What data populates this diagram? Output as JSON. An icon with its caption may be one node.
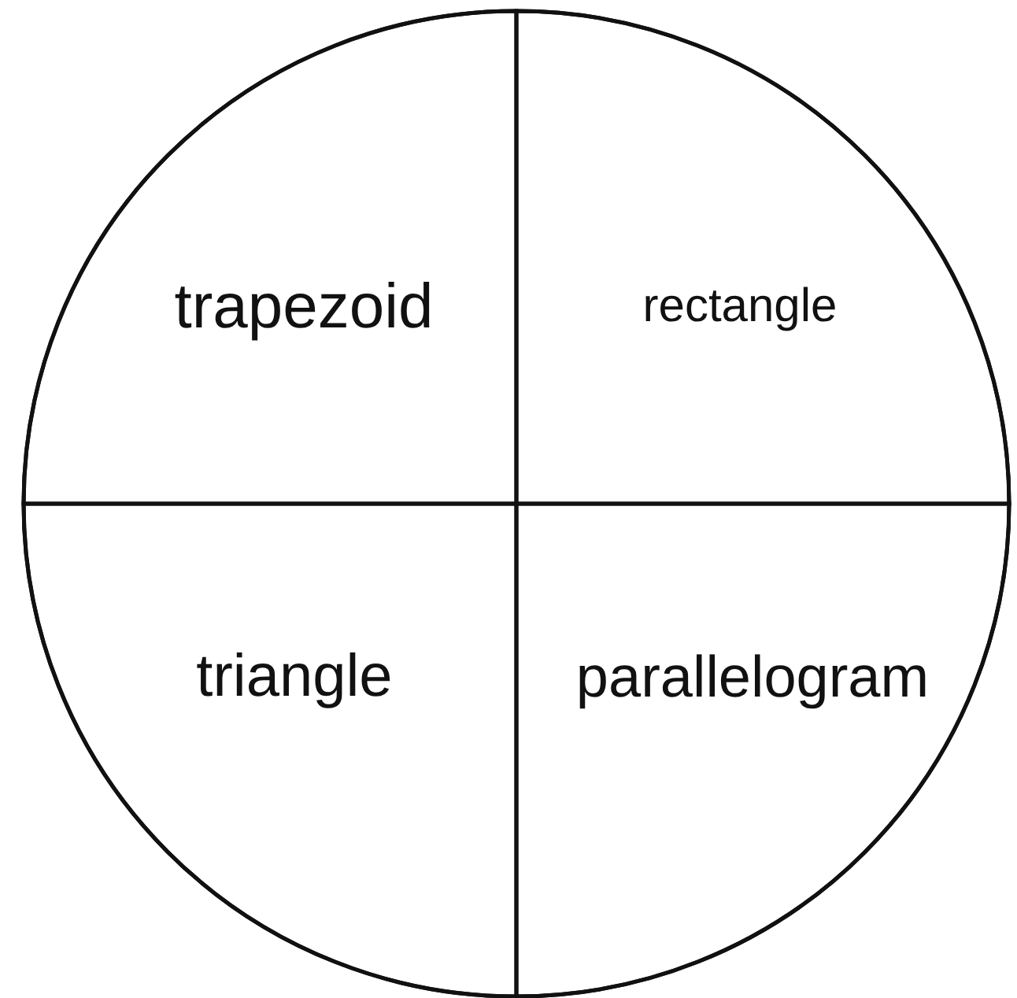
{
  "diagram": {
    "nodes": [
      {
        "text": [],
        "shape": "circle"
      },
      {
        "text": [
          "trapezoid"
        ],
        "in": 0
      },
      {
        "text": [
          "rectangle"
        ],
        "in": 0
      },
      {
        "text": [
          "triangle"
        ],
        "in": 0
      },
      {
        "text": [
          "parallelogram"
        ],
        "in": 0
      }
    ],
    "edges": []
  }
}
